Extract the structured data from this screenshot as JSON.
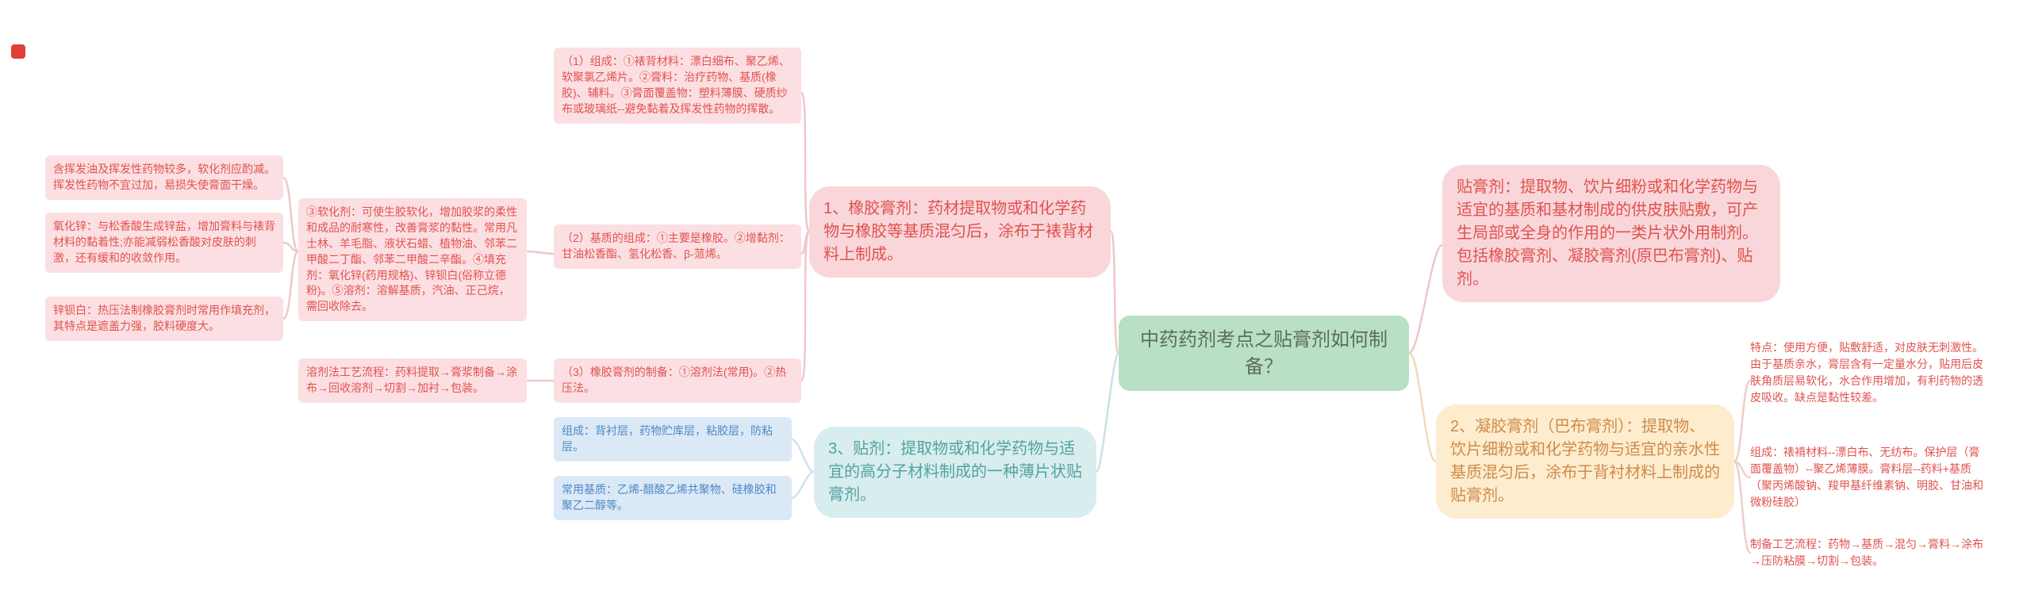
{
  "mindmap": {
    "center": "中药药剂考点之贴膏剂如何制备？",
    "rubber": "1、橡胶膏剂：药材提取物或和化学药物与橡胶等基质混匀后，涂布于裱背材料上制成。",
    "rubber_composition": "（1）组成：①裱背材料：漂白细布、聚乙烯、软聚氯乙烯片。②膏料：治疗药物、基质(橡胶)、辅料。③膏面覆盖物：塑料薄膜、硬质纱布或玻璃纸--避免黏着及挥发性药物的挥散。",
    "rubber_base": "（2）基质的组成：①主要是橡胶。②增黏剂：甘油松香酯、氢化松香、β-蒎烯。",
    "rubber_preparation": "（3）橡胶膏剂的制备：①溶剂法(常用)。②热压法。",
    "softener_filler_solvent": "③软化剂：可使生胶软化，增加胶浆的柔性和成品的耐寒性，改善膏浆的黏性。常用凡士林、羊毛脂、液状石蜡、植物油、邻苯二甲酸二丁酯、邻苯二甲酸二辛酯。④填充剂：氧化锌(药用规格)、锌钡白(俗称立德粉)。⑤溶剂：溶解基质，汽油、正己烷，需回收除去。",
    "solvent_process": "溶剂法工艺流程：药料提取→膏浆制备→涂布→回收溶剂→切割→加衬→包装。",
    "note_volatile": "含挥发油及挥发性药物较多，软化剂应酌减。挥发性药物不宜过加，易损失使膏面干燥。",
    "note_zinc_oxide": "氧化锌：与松香酸生成锌盐，增加膏料与裱背材料的黏着性;亦能减弱松香酸对皮肤的刺激，还有缓和的收敛作用。",
    "note_lithopone": "锌钡白：热压法制橡胶膏剂时常用作填充剂，其特点是遮盖力强，胶料硬度大。",
    "patch": "3、贴剂：提取物或和化学药物与适宜的高分子材料制成的一种薄片状贴膏剂。",
    "patch_composition": "组成：背衬层，药物贮库层，粘胶层，防粘层。",
    "patch_base": "常用基质：乙烯-醋酸乙烯共聚物、硅橡胶和聚乙二醇等。",
    "plaster_definition": "贴膏剂：提取物、饮片细粉或和化学药物与适宜的基质和基材制成的供皮肤贴敷，可产生局部或全身的作用的一类片状外用制剂。包括橡胶膏剂、凝胶膏剂(原巴布膏剂)、贴剂。",
    "gel": "2、凝胶膏剂（巴布膏剂）：提取物、饮片细粉或和化学药物与适宜的亲水性基质混匀后，涂布于背衬材料上制成的贴膏剂。",
    "gel_features": "特点：使用方便，贴敷舒适，对皮肤无刺激性。由于基质亲水，膏层含有一定量水分，贴用后皮肤角质层易软化，水合作用增加，有利药物的透皮吸收。缺点是黏性较差。",
    "gel_composition": "组成：裱褙材料--漂白布、无纺布。保护层（膏面覆盖物）--聚乙烯薄膜。膏料层--药料+基质（聚丙烯酸钠、羧甲基纤维素钠、明胶、甘油和微粉硅胶）",
    "gel_process": "制备工艺流程：药物→基质→混匀→膏料→涂布→压防粘膜→切割→包装。"
  },
  "colors": {
    "pink_bg": "#f9d6da",
    "pink_box_bg": "#fcdfe2",
    "red_text": "#e0534f",
    "green_bg": "#b9e0c4",
    "green_text": "#5b6d60",
    "teal_bg": "#d8edee",
    "teal_text": "#53a3a0",
    "blue_bg": "#dbe9f6",
    "blue_text": "#4e88c6",
    "peach_bg": "#fdeccd",
    "peach_text": "#cf8b4b"
  }
}
